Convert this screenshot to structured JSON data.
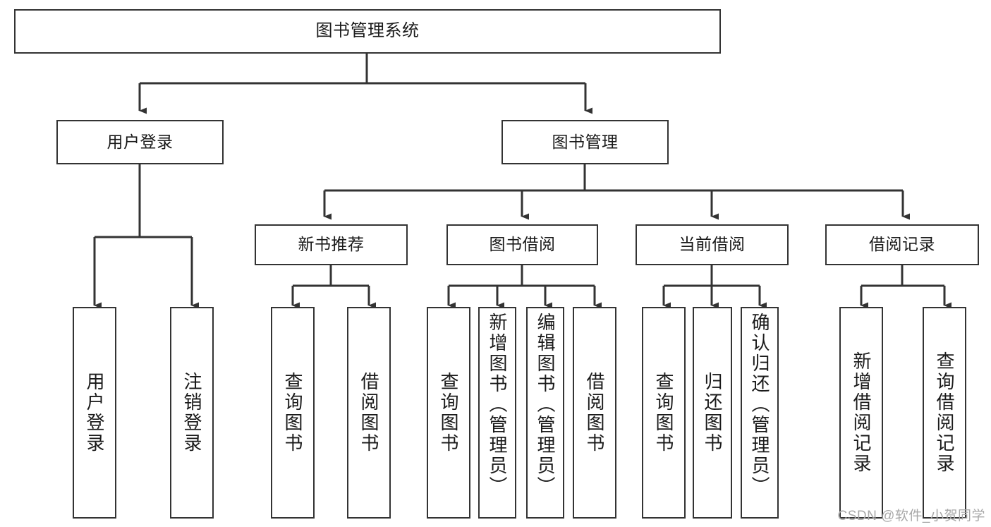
{
  "diagram": {
    "title": "图书管理系统",
    "root": {
      "label": "图书管理系统"
    },
    "level2": [
      {
        "label": "用户登录"
      },
      {
        "label": "图书管理"
      }
    ],
    "level3": [
      {
        "label": "新书推荐"
      },
      {
        "label": "图书借阅"
      },
      {
        "label": "当前借阅"
      },
      {
        "label": "借阅记录"
      }
    ],
    "leaves": {
      "user_login": [
        {
          "label": "用户登录"
        },
        {
          "label": "注销登录"
        }
      ],
      "new_book_recommend": [
        {
          "label": "查询图书"
        },
        {
          "label": "借阅图书"
        }
      ],
      "book_borrow": [
        {
          "label": "查询图书"
        },
        {
          "label": "新增图书（管理员）"
        },
        {
          "label": "编辑图书（管理员）"
        },
        {
          "label": "借阅图书"
        }
      ],
      "current_borrow": [
        {
          "label": "查询图书"
        },
        {
          "label": "归还图书"
        },
        {
          "label": "确认归还（管理员）"
        }
      ],
      "borrow_record": [
        {
          "label": "新增借阅记录"
        },
        {
          "label": "查询借阅记录"
        }
      ]
    }
  },
  "watermark": {
    "text": "CSDN @软件_小贺同学"
  },
  "colors": {
    "border": "#333333",
    "text": "#1a1a1a",
    "background": "#ffffff",
    "watermark": "#a8a8a8"
  }
}
